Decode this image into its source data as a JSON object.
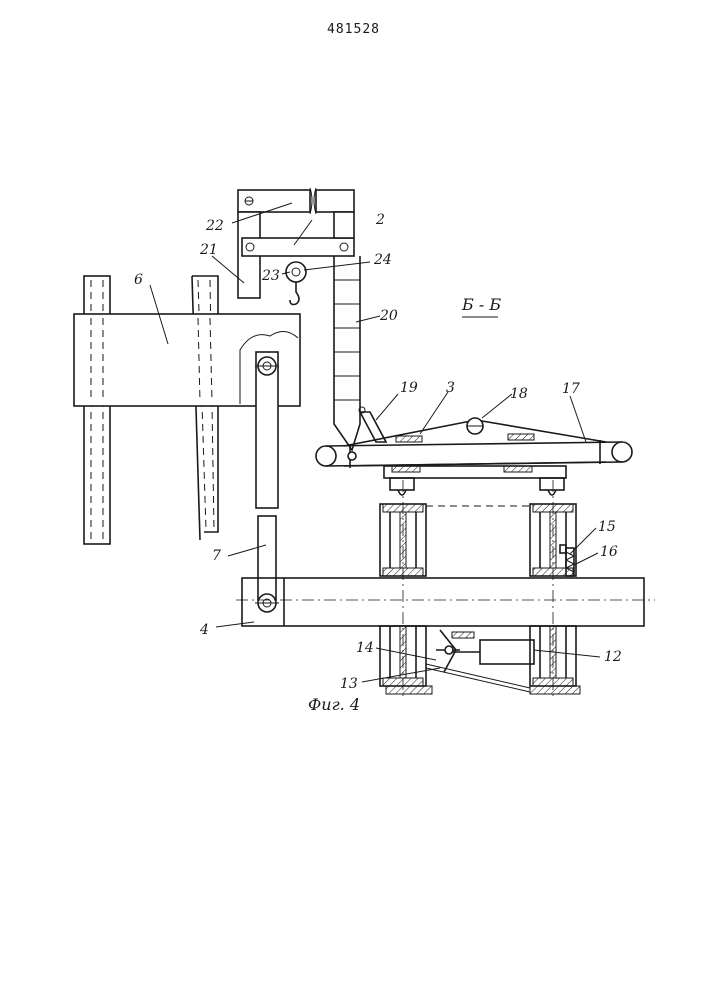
{
  "document": {
    "patent_number": "481528",
    "section_label": "Б - Б",
    "figure_caption": "Фиг. 4"
  },
  "labels": {
    "l2": "2",
    "l3": "3",
    "l4": "4",
    "l6": "6",
    "l7": "7",
    "l12": "12",
    "l13": "13",
    "l14": "14",
    "l15": "15",
    "l16": "16",
    "l17": "17",
    "l18": "18",
    "l19": "19",
    "l20": "20",
    "l21": "21",
    "l22": "22",
    "l23": "23",
    "l24": "24"
  }
}
